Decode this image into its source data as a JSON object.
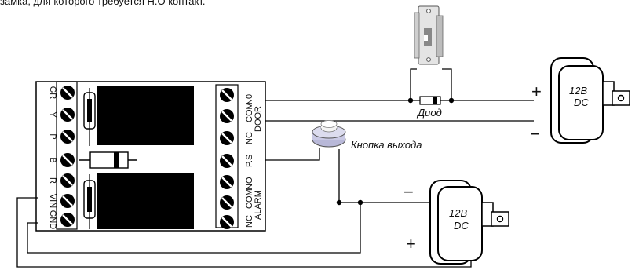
{
  "top_text": "замка, для которого требуется Н.О контакт.",
  "board": {
    "left_terminals": [
      "GR",
      "Y",
      "P",
      "B",
      "R",
      "VIN",
      "GND"
    ],
    "right_labels": {
      "no_top": "N0",
      "com_top": "COM",
      "nc_top": "NC",
      "door": "DOOR",
      "ps": "P.S",
      "no_bottom": "NO",
      "com_bottom": "COM",
      "nc_bottom": "NC",
      "alarm": "ALARM"
    }
  },
  "labels": {
    "diode": "Диод",
    "exit_button": "Кнопка выхода",
    "psu_top_voltage": "12В",
    "psu_top_dc": "DC",
    "psu_top_plus": "+",
    "psu_top_minus": "−",
    "psu_bottom_voltage": "12В",
    "psu_bottom_dc": "DC",
    "psu_bottom_plus": "+",
    "psu_bottom_minus": "−"
  }
}
